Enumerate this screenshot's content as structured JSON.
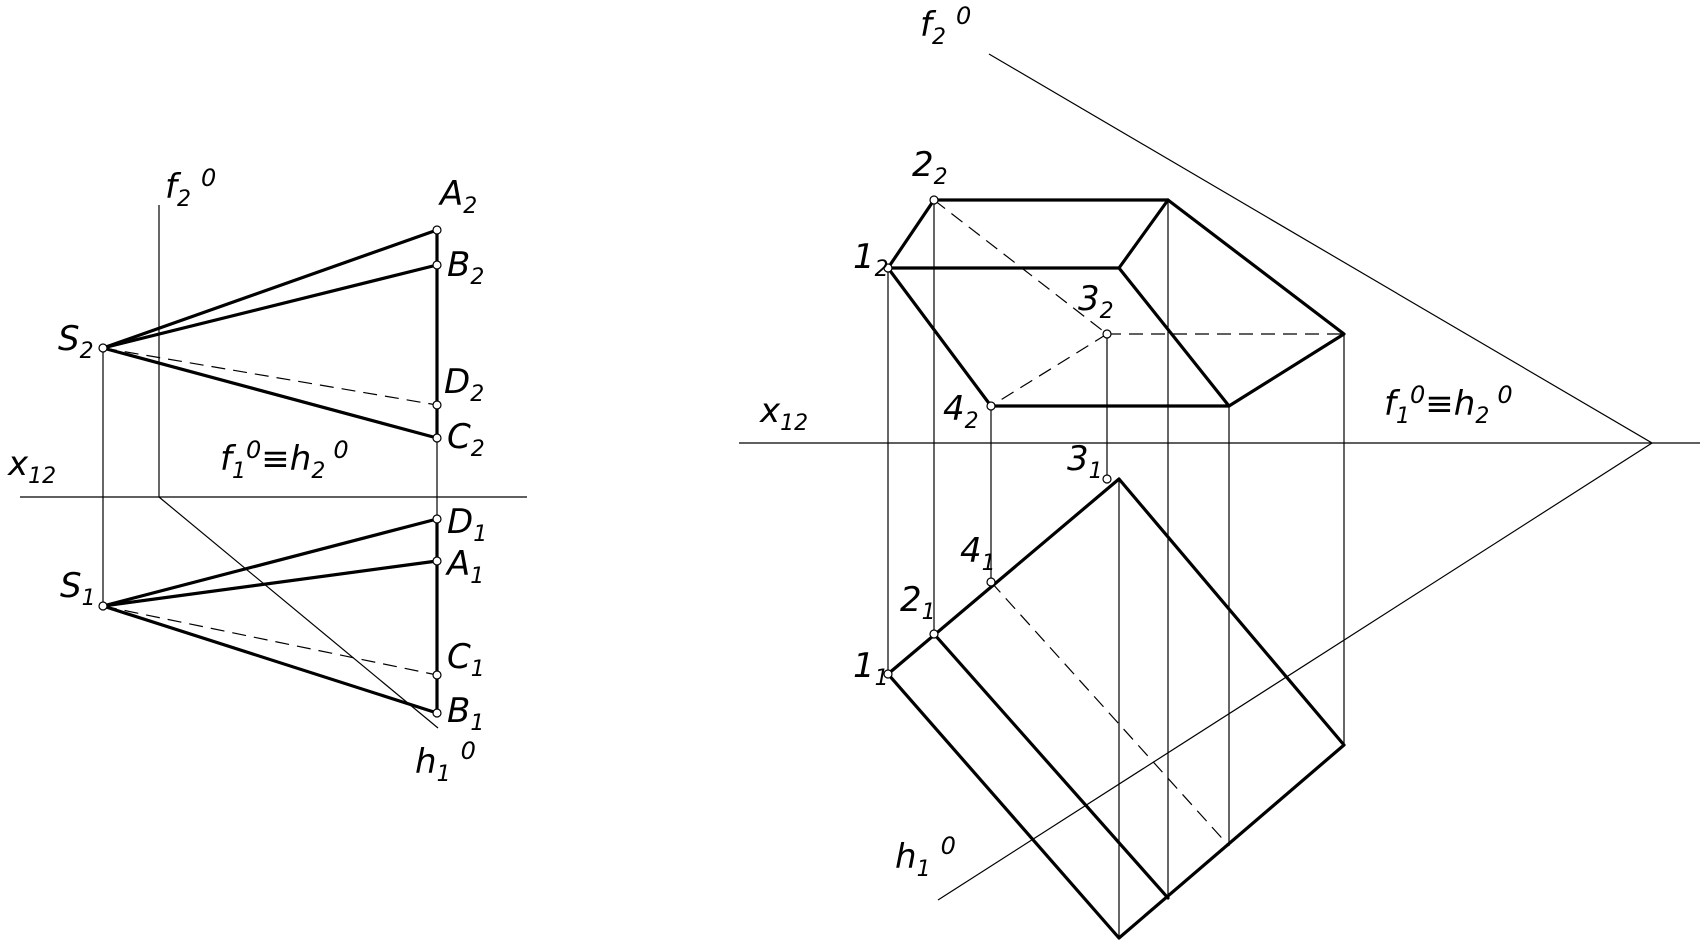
{
  "labels": {
    "left": {
      "f2": {
        "main": "f",
        "sub": "2",
        "sup": "0"
      },
      "A2": {
        "main": "A",
        "sub": "2"
      },
      "B2": {
        "main": "B",
        "sub": "2"
      },
      "S2": {
        "main": "S",
        "sub": "2"
      },
      "D2": {
        "main": "D",
        "sub": "2"
      },
      "C2": {
        "main": "C",
        "sub": "2"
      },
      "x12": {
        "main": "x",
        "sub": "12"
      },
      "f1h2": {
        "p1": "f",
        "s1": "1",
        "u1": "0",
        "mid": "≡h",
        "s2": "2",
        "u2": "0"
      },
      "S1": {
        "main": "S",
        "sub": "1"
      },
      "D1": {
        "main": "D",
        "sub": "1"
      },
      "A1": {
        "main": "A",
        "sub": "1"
      },
      "C1": {
        "main": "C",
        "sub": "1"
      },
      "B1": {
        "main": "B",
        "sub": "1"
      },
      "h1": {
        "main": "h",
        "sub": "1",
        "sup": "0"
      }
    },
    "right": {
      "f2": {
        "main": "f",
        "sub": "2",
        "sup": "0"
      },
      "p22": {
        "main": "2",
        "sub": "2"
      },
      "p12": {
        "main": "1",
        "sub": "2"
      },
      "p32": {
        "main": "3",
        "sub": "2"
      },
      "x12": {
        "main": "x",
        "sub": "12"
      },
      "p42": {
        "main": "4",
        "sub": "2"
      },
      "f1h2": {
        "p1": "f",
        "s1": "1",
        "u1": "0",
        "mid": "≡h",
        "s2": "2",
        "u2": "0"
      },
      "p31": {
        "main": "3",
        "sub": "1"
      },
      "p41": {
        "main": "4",
        "sub": "1"
      },
      "p21": {
        "main": "2",
        "sub": "1"
      },
      "p11": {
        "main": "1",
        "sub": "1"
      },
      "h1": {
        "main": "h",
        "sub": "1",
        "sup": "0"
      }
    }
  }
}
